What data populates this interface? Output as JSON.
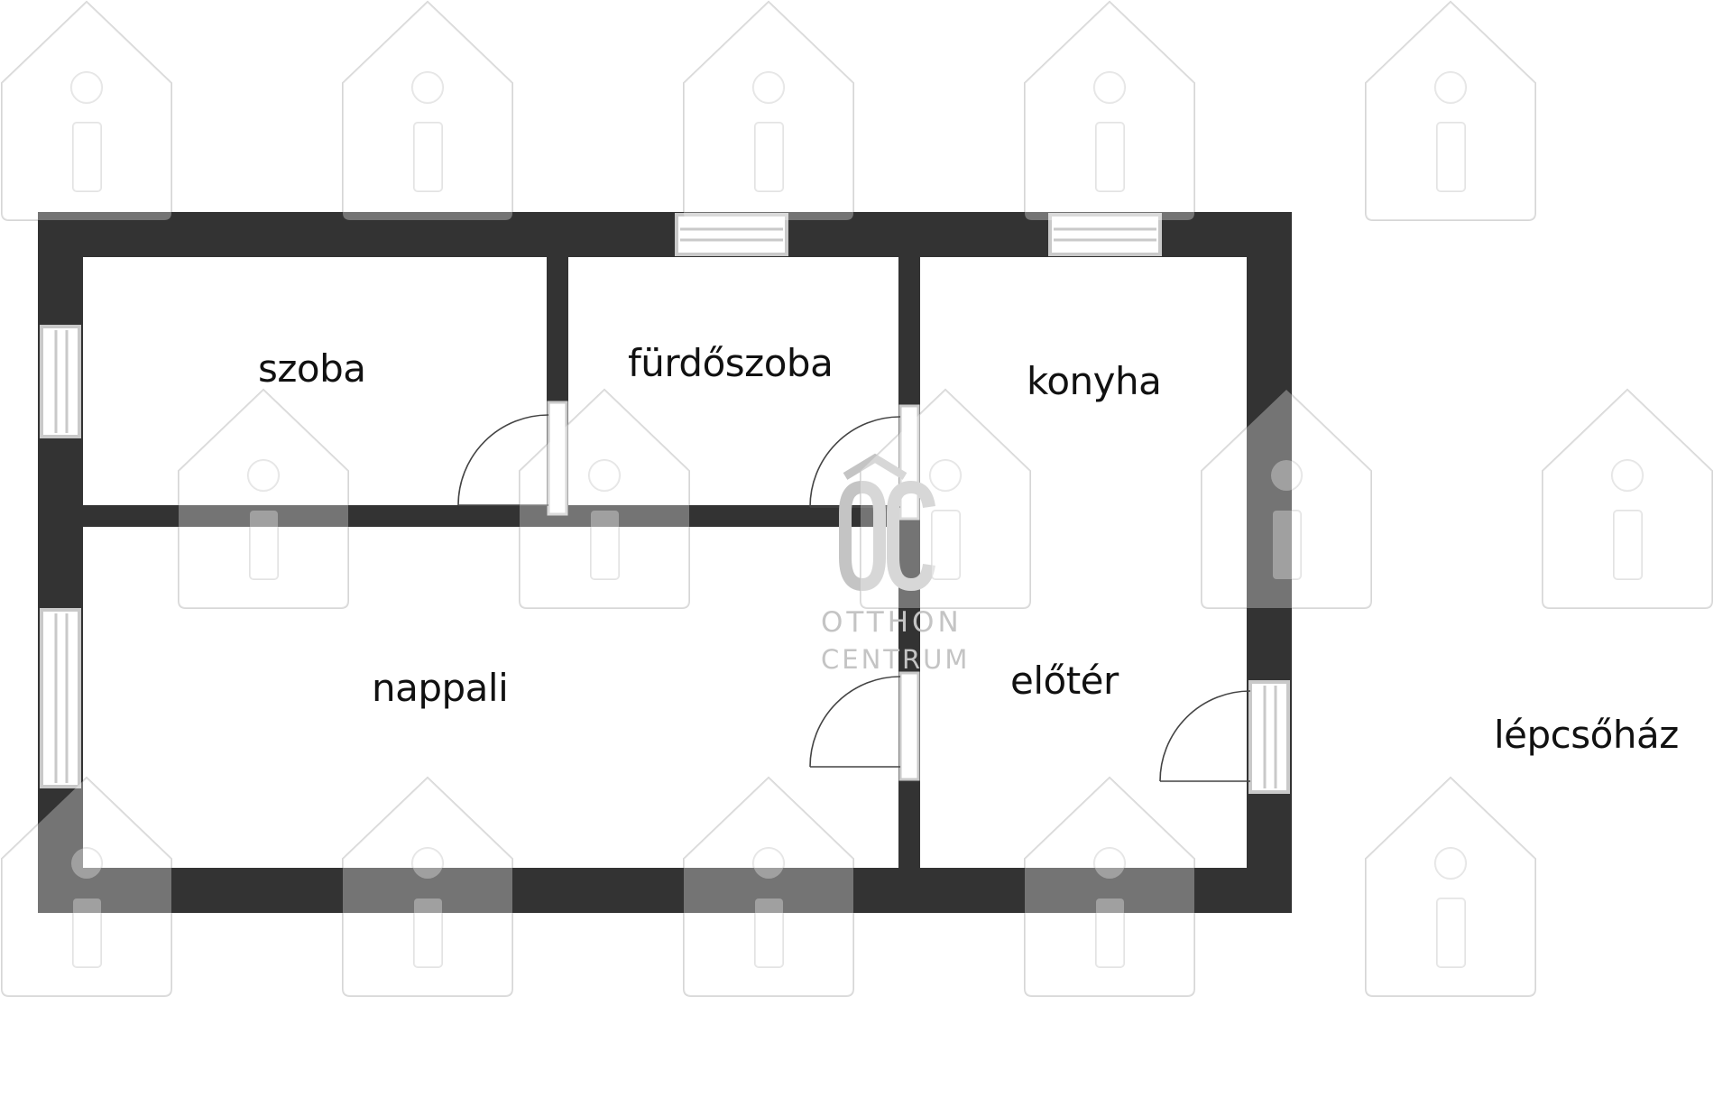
{
  "floor_plan": {
    "rooms": {
      "szoba": "szoba",
      "furdoszoba": "fürdőszoba",
      "konyha": "konyha",
      "nappali": "nappali",
      "eloter": "előtér",
      "lepcsohaz": "lépcsőház"
    }
  },
  "watermark": {
    "brand_line1": "OTTHON",
    "brand_line2": "CENTRUM",
    "logo_mark": "ÔC"
  },
  "colors": {
    "wall": "#333333",
    "window": "#c9c9c9",
    "door_line": "#444444",
    "watermark": "#c4c4c4"
  }
}
